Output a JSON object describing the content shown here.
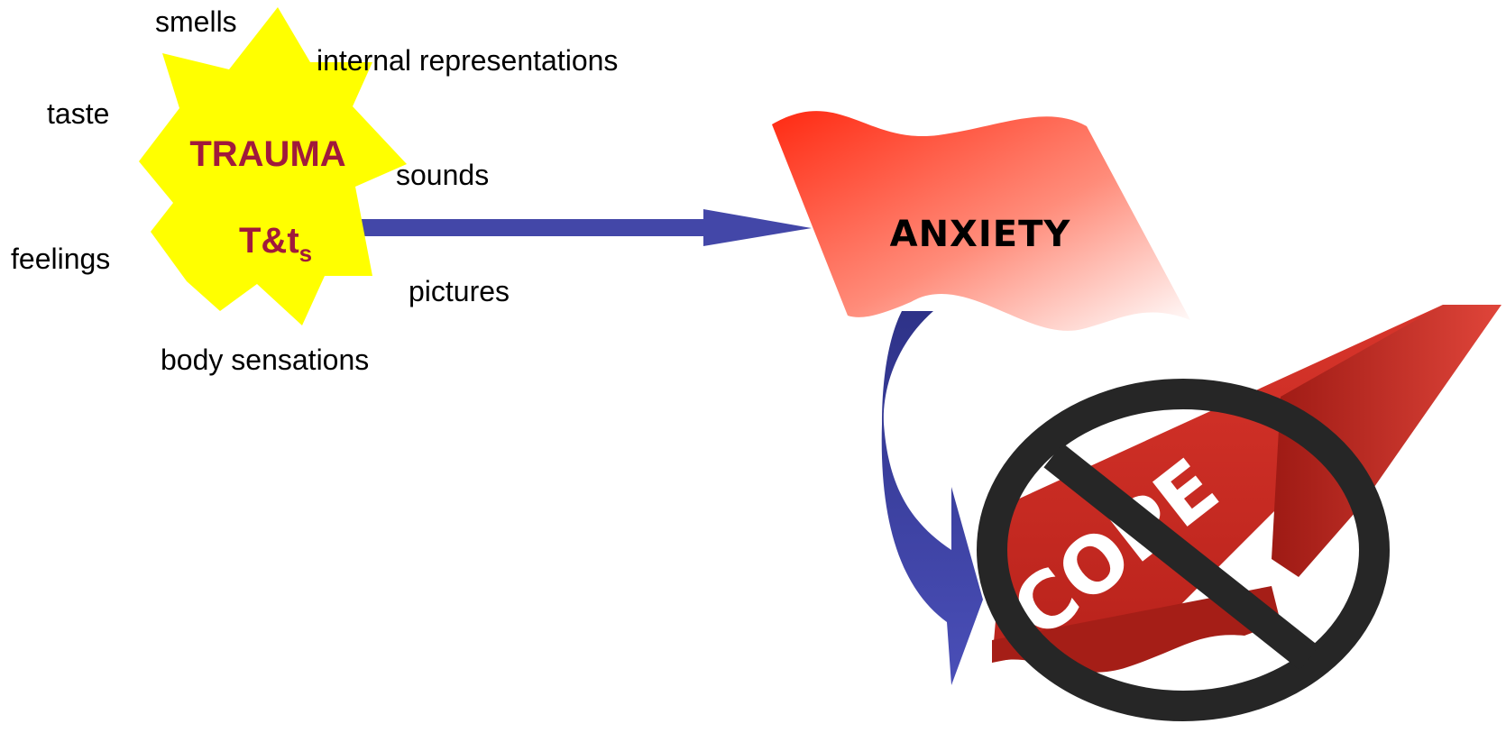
{
  "colors": {
    "starbust": "#FFFF00",
    "trauma_text": "#A01A3C",
    "arrow": "#4347A8",
    "flag_start": "#FF2A12",
    "flag_end": "#FFFFFF",
    "cope_red": "#C92A22",
    "prohibit": "#262626"
  },
  "starburst": {
    "title": "TRAUMA",
    "subtitle": "T&t",
    "subscript": "s"
  },
  "senses": {
    "smells": "smells",
    "internal": "internal representations",
    "taste": "taste",
    "sounds": "sounds",
    "feelings": "feelings",
    "pictures": "pictures",
    "body": "body sensations"
  },
  "flag": {
    "label": "ANXIETY"
  },
  "cope": {
    "label": "COPE",
    "icon": "prohibition-icon"
  }
}
